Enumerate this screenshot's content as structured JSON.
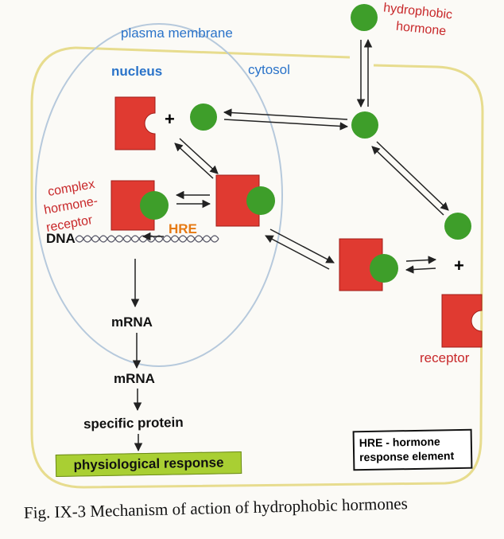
{
  "labels": {
    "plasma_membrane": "plasma membrane",
    "nucleus": "nucleus",
    "cytosol": "cytosol",
    "hydrophobic_hormone": [
      "hydrophobic",
      "hormone"
    ],
    "complex": [
      "complex",
      "hormone-",
      "receptor"
    ],
    "hre": "HRE",
    "dna": "DNA",
    "mrna_nuclear": "mRNA",
    "mrna_cytosol": "mRNA",
    "specific_protein": "specific protein",
    "physiological_response": "physiological response",
    "receptor": "receptor",
    "plus": "+"
  },
  "legend": {
    "line1": "HRE - hormone",
    "line2": "response element"
  },
  "caption": "Fig. IX-3 Mechanism of action of hydrophobic hormones",
  "colors": {
    "receptor": "#e03a31",
    "hormone": "#3e9e2a",
    "membrane": "#e7dc8e",
    "nucleus": "#b6c9dc",
    "physio": "#a9cf33"
  }
}
